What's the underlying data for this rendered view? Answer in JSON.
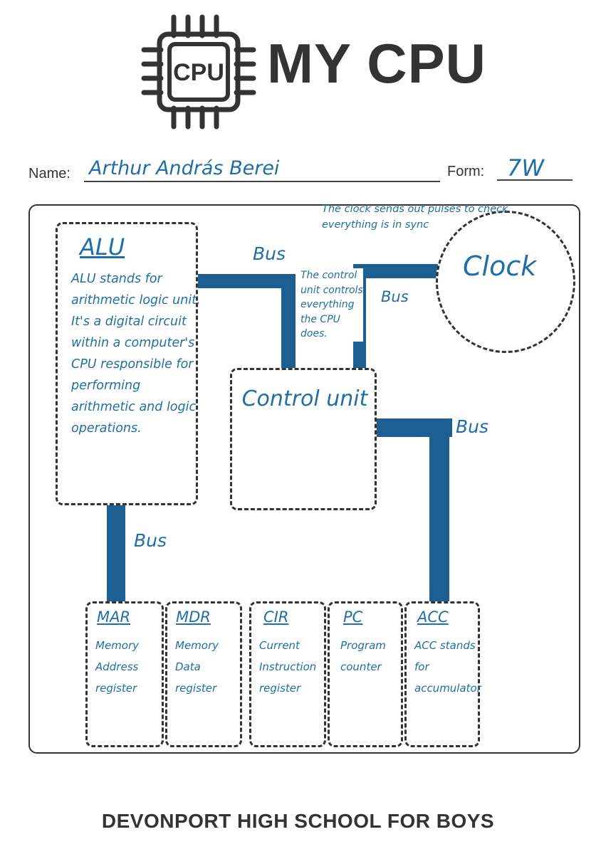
{
  "header": {
    "logo_text": "CPU",
    "title": "MY CPU"
  },
  "student": {
    "name_label": "Name:",
    "name_value": "Arthur András Berei",
    "form_label": "Form:",
    "form_value": "7W"
  },
  "components": {
    "alu": {
      "title": "ALU",
      "description": "ALU stands for arithmetic logic unit. It's a digital circuit within a computer's CPU responsible for performing arithmetic and logic operations."
    },
    "control_unit": {
      "title": "Control unit",
      "note": "The control unit controls everything the CPU does."
    },
    "clock": {
      "title": "Clock",
      "note": "The clock sends out pulses to check everything is in sync"
    }
  },
  "buses": [
    "Bus",
    "Bus",
    "Bus",
    "Bus"
  ],
  "registers": [
    {
      "title": "MAR",
      "description": "Memory Address register"
    },
    {
      "title": "MDR",
      "description": "Memory Data register"
    },
    {
      "title": "CIR",
      "description": "Current Instruction register"
    },
    {
      "title": "PC",
      "description": "Program counter"
    },
    {
      "title": "ACC",
      "description": "ACC stands for accumulator"
    }
  ],
  "footer": {
    "school": "DEVONPORT HIGH SCHOOL FOR BOYS"
  },
  "colors": {
    "ink": "#1f6ea8",
    "bus": "#1d5f92",
    "print": "#333333"
  }
}
